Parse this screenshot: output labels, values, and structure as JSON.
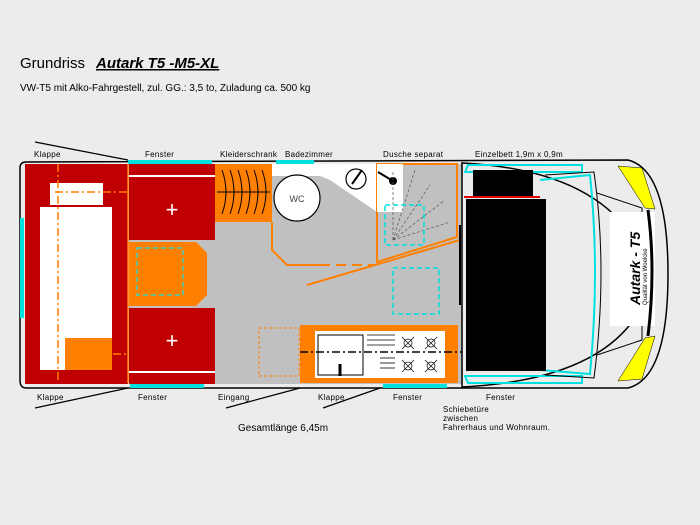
{
  "header": {
    "title_prefix": "Grundriss",
    "title_model": "Autark T5 -M5-XL",
    "subtitle": "VW-T5 mit Alko-Fahrgestell,  zul. GG.: 3,5 to, Zuladung ca. 500 kg"
  },
  "labels_top": [
    "Klappe",
    "Fenster",
    "Kleiderschrank",
    "Badezimmer",
    "Dusche separat",
    "Einzelbett 1,9m x 0,9m"
  ],
  "labels_bottom": [
    "Klappe",
    "Fenster",
    "Eingang",
    "Klappe",
    "Fenster",
    "Fenster"
  ],
  "wc_label": "WC",
  "sliding_door_note": [
    "Schiebetüre",
    "zwischen",
    "Fahrerhaus und Wohnraum."
  ],
  "total_length": "Gesamtlänge 6,45m",
  "logo": {
    "name": "Autark - T5",
    "tagline": "Qualität von Woelcke"
  },
  "colors": {
    "dark_red": "#c00000",
    "orange": "#ff8000",
    "floor": "#c0c0c0",
    "window": "#00e0e0",
    "yellow": "#ffff00"
  }
}
